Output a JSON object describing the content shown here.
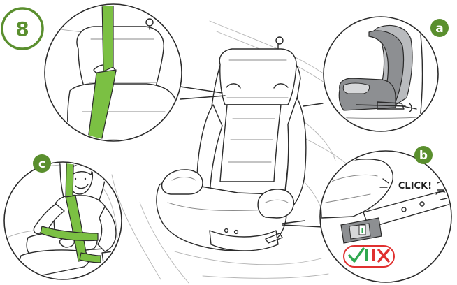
{
  "step_number": "8",
  "badges": {
    "a": "a",
    "b": "b",
    "c": "c"
  },
  "click_label": "CLICK!",
  "indicator_mark": "I",
  "check_icon": "check-icon",
  "cross_icon": "cross-icon",
  "colors": {
    "accent_green": "#7bc043",
    "step_ring": "#5a8f2e",
    "ok_green": "#2fa84f",
    "error_red": "#e0302f"
  }
}
